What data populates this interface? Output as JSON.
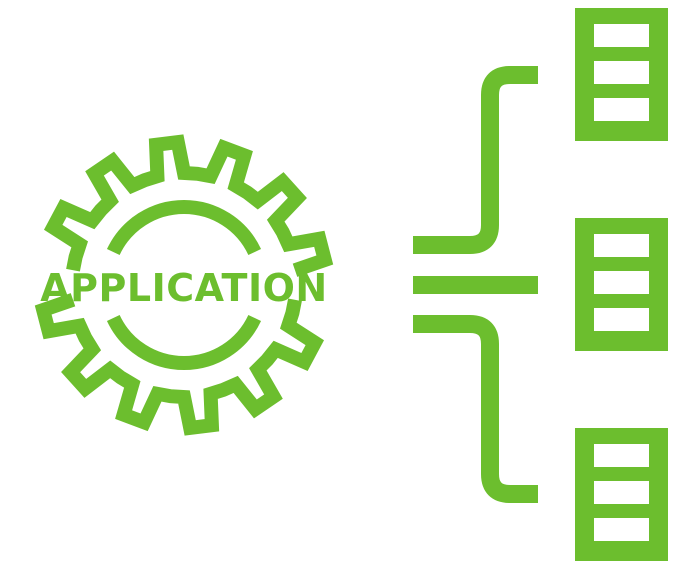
{
  "gear": {
    "label": "APPLICATION",
    "icon": "gear-icon"
  },
  "connector": {
    "icon": "bracket-connector-icon",
    "branches": 3
  },
  "servers": [
    {
      "icon": "server-rack-icon",
      "slots": 3
    },
    {
      "icon": "server-rack-icon",
      "slots": 3
    },
    {
      "icon": "server-rack-icon",
      "slots": 3
    }
  ],
  "colors": {
    "accent": "#6CBE2E",
    "background": "#FFFFFF"
  }
}
